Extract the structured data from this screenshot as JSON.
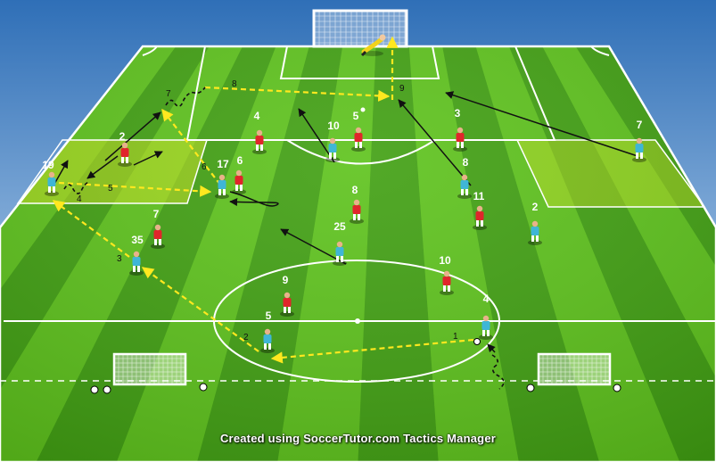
{
  "caption": "Created using SoccerTutor.com Tactics Manager",
  "colors": {
    "sky_top": "#2f6fb7",
    "sky_bottom": "#cfe3f7",
    "grass_light": "#5cc21a",
    "grass_dark": "#3f9f10",
    "highlight_zone": "#c8e61e",
    "team_red": "#e0262b",
    "team_blue": "#3fb6d6",
    "pass_line": "#ffe81f",
    "movement_line": "#111111",
    "goalkeeper": "#f2d21b"
  },
  "players": {
    "blue": [
      {
        "id": "b19",
        "number": "19"
      },
      {
        "id": "b17",
        "number": "17"
      },
      {
        "id": "b35",
        "number": "35"
      },
      {
        "id": "b5",
        "number": "5"
      },
      {
        "id": "b10",
        "number": "10"
      },
      {
        "id": "b25",
        "number": "25"
      },
      {
        "id": "b8",
        "number": "8"
      },
      {
        "id": "b2",
        "number": "2"
      },
      {
        "id": "b4",
        "number": "4"
      },
      {
        "id": "b7",
        "number": "7"
      }
    ],
    "red": [
      {
        "id": "r2",
        "number": "2"
      },
      {
        "id": "r6",
        "number": "6"
      },
      {
        "id": "r4",
        "number": "4"
      },
      {
        "id": "r5",
        "number": "5"
      },
      {
        "id": "r3",
        "number": "3"
      },
      {
        "id": "r8",
        "number": "8"
      },
      {
        "id": "r11",
        "number": "11"
      },
      {
        "id": "r7",
        "number": "7"
      },
      {
        "id": "r9",
        "number": "9"
      },
      {
        "id": "r10",
        "number": "10"
      }
    ]
  },
  "pass_labels": [
    "1",
    "2",
    "3",
    "4",
    "5",
    "6",
    "7",
    "8",
    "9"
  ]
}
